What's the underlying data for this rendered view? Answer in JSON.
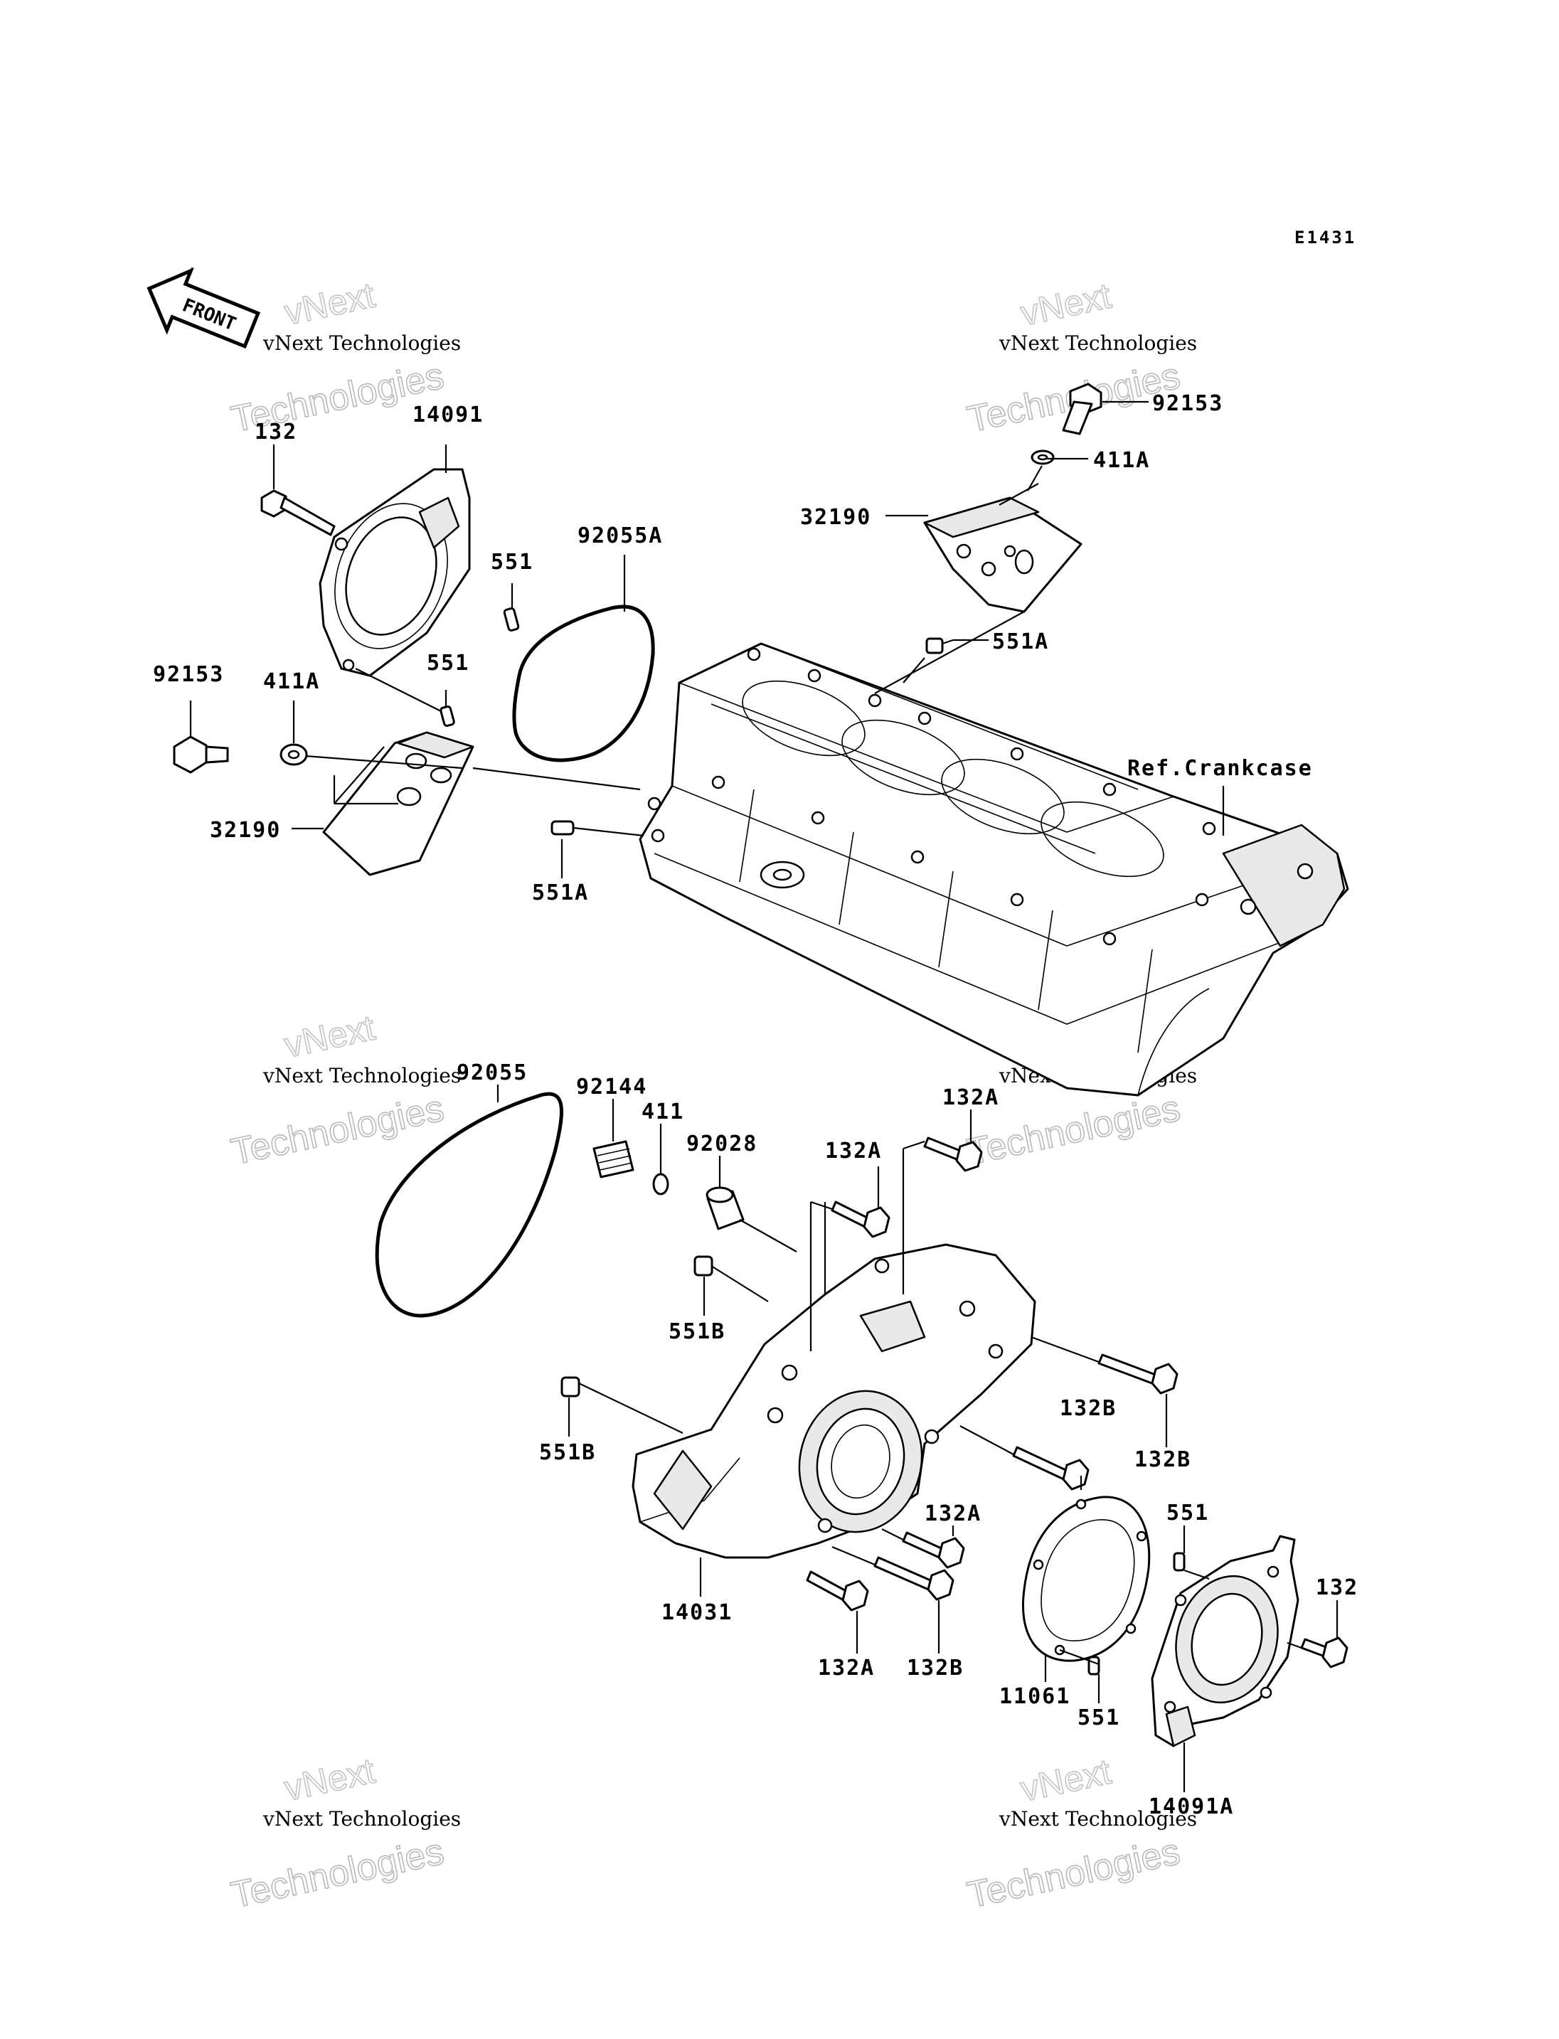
{
  "diagram_code": "E1431",
  "front_label": "FRONT",
  "reference_label": "Ref.Crankcase",
  "watermark": {
    "line1": "vNext",
    "line2": "vNext Technologies",
    "line3": "Technologies"
  },
  "part_labels": {
    "p92153_top": "92153",
    "p411A_top": "411A",
    "p32190_top": "32190",
    "p551A_top": "551A",
    "p14091": "14091",
    "p132_left": "132",
    "p551_upper": "551",
    "p551_lower": "551",
    "p92055A": "92055A",
    "p92153_left": "92153",
    "p411A_left": "411A",
    "p32190_left": "32190",
    "p551A_left": "551A",
    "p92055": "92055",
    "p92144": "92144",
    "p411": "411",
    "p92028": "92028",
    "p132A_a": "132A",
    "p132A_b": "132A",
    "p551B_upper": "551B",
    "p551B_lower": "551B",
    "p132B_a": "132B",
    "p132B_b": "132B",
    "p132A_c": "132A",
    "p551_right": "551",
    "p132_right": "132",
    "p14031": "14031",
    "p132A_d": "132A",
    "p132B_c": "132B",
    "p11061": "11061",
    "p551_bottom": "551",
    "p14091A": "14091A"
  }
}
